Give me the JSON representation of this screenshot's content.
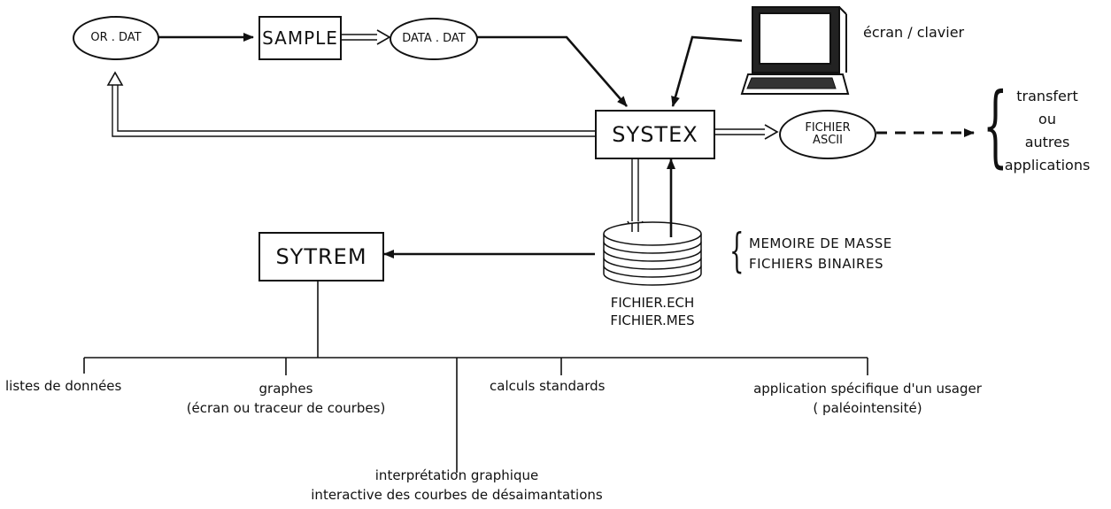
{
  "nodes": {
    "or_dat": "OR . DAT",
    "sample": "SAMPLE",
    "data_dat": "DATA . DAT",
    "terminal_label": "écran / clavier",
    "systex": "SYSTEX",
    "fichier_ascii_line1": "FICHIER",
    "fichier_ascii_line2": "ASCII",
    "sytrem": "SYTREM",
    "disk_line1": "FICHIER.ECH",
    "disk_line2": "FICHIER.MES"
  },
  "side_notes": {
    "transfer": [
      "transfert",
      "ou",
      "autres",
      "applications"
    ],
    "memory": [
      "MEMOIRE  DE  MASSE",
      "FICHIERS  BINAIRES"
    ]
  },
  "outputs": {
    "listes": "listes  de  données",
    "graphes_line1": "graphes",
    "graphes_line2": "(écran  ou  traceur  de  courbes)",
    "calculs": "calculs  standards",
    "application_line1": "application  spécifique  d'un  usager",
    "application_line2": "( paléointensité)",
    "interpretation_line1": "interprétation  graphique",
    "interpretation_line2": "interactive  des  courbes  de  désaimantations"
  },
  "icons": {
    "terminal": "computer-terminal-icon",
    "disk": "disk-stack-icon"
  }
}
